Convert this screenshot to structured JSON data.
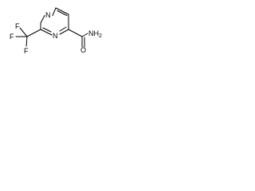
{
  "molecule": {
    "atoms": {
      "ring_n_top": "N",
      "ring_n_bottom": "N",
      "fluorine_left": "F",
      "fluorine_top": "F",
      "fluorine_bottom": "F",
      "amide_oxygen": "O",
      "amide_nitrogen": "NH",
      "amide_subscript": "2"
    }
  }
}
